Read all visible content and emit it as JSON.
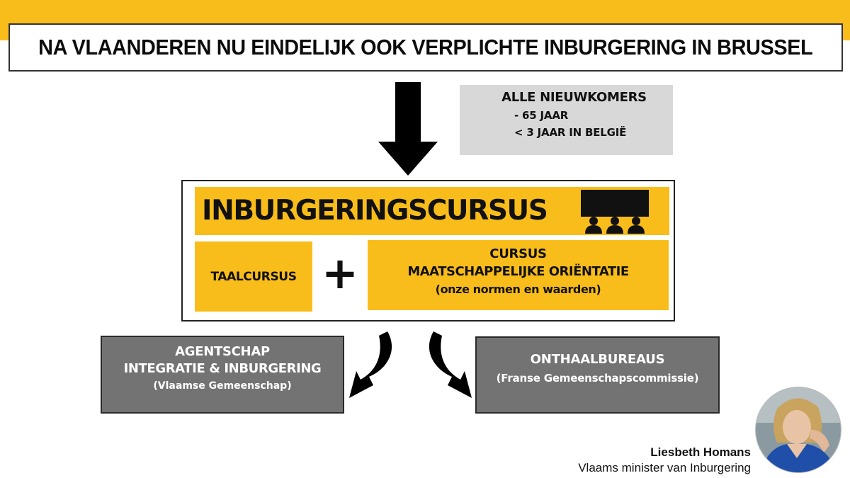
{
  "title": "NA VLAANDEREN NU EINDELIJK OOK VERPLICHTE INBURGERING IN BRUSSEL",
  "target_group": {
    "title": "ALLE NIEUWKOMERS",
    "criteria": [
      "- 65 JAAR",
      "< 3 JAAR IN BELGIË"
    ]
  },
  "course": {
    "title": "INBURGERINGSCURSUS",
    "icon": "classroom-icon",
    "components": {
      "language": "TAALCURSUS",
      "plus": "+",
      "orientation": {
        "line1": "CURSUS",
        "line2": "MAATSCHAPPELIJKE ORIËNTATIE",
        "note": "(onze normen en waarden)"
      }
    }
  },
  "providers": [
    {
      "line1": "AGENTSCHAP",
      "line2": "INTEGRATIE & INBURGERING",
      "note": "(Vlaamse Gemeenschap)"
    },
    {
      "line1": "ONTHAALBUREAUS",
      "note": "(Franse Gemeenschapscommissie)"
    }
  ],
  "person": {
    "name": "Liesbeth Homans",
    "role": "Vlaams minister van Inburgering"
  },
  "colors": {
    "accent": "#f9bd1b",
    "info_bg": "#d9d8d8",
    "provider_bg": "#737373"
  }
}
